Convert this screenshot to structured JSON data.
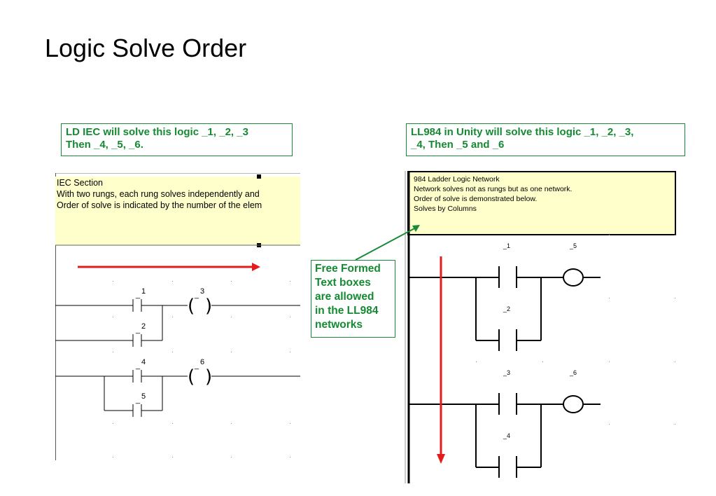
{
  "title": "Logic Solve Order",
  "callout_left": {
    "line1": "LD IEC will solve this logic _1, _2, _3",
    "line2": "Then _4, _5, _6."
  },
  "callout_right": {
    "line1": "LL984 in Unity will solve this logic _1, _2, _3,",
    "line2": "_4, Then _5 and _6"
  },
  "callout_mid": {
    "lines": [
      "Free Formed",
      "Text boxes",
      "are allowed",
      "in the LL984",
      "networks"
    ]
  },
  "iec_section": {
    "lines": [
      "IEC Section",
      "With two rungs, each rung solves independently and",
      "Order of solve is indicated by the number of the elem"
    ],
    "elements": {
      "c1": "1",
      "c2": "2",
      "coil3": "3",
      "c4": "4",
      "c5": "5",
      "coil6": "6"
    }
  },
  "ll984_network": {
    "lines": [
      "984 Ladder Logic Network",
      "Network solves not as rungs but as one network.",
      "Order of solve is demonstrated below.",
      "Solves by Columns"
    ],
    "elements": {
      "c1": "_1",
      "coil5": "_5",
      "c2": "_2",
      "c3": "_3",
      "coil6": "_6",
      "c4": "_4"
    }
  },
  "colors": {
    "arrow": "#e31b1b",
    "callout_text": "#148a32",
    "comment_fill": "#ffffcc"
  }
}
